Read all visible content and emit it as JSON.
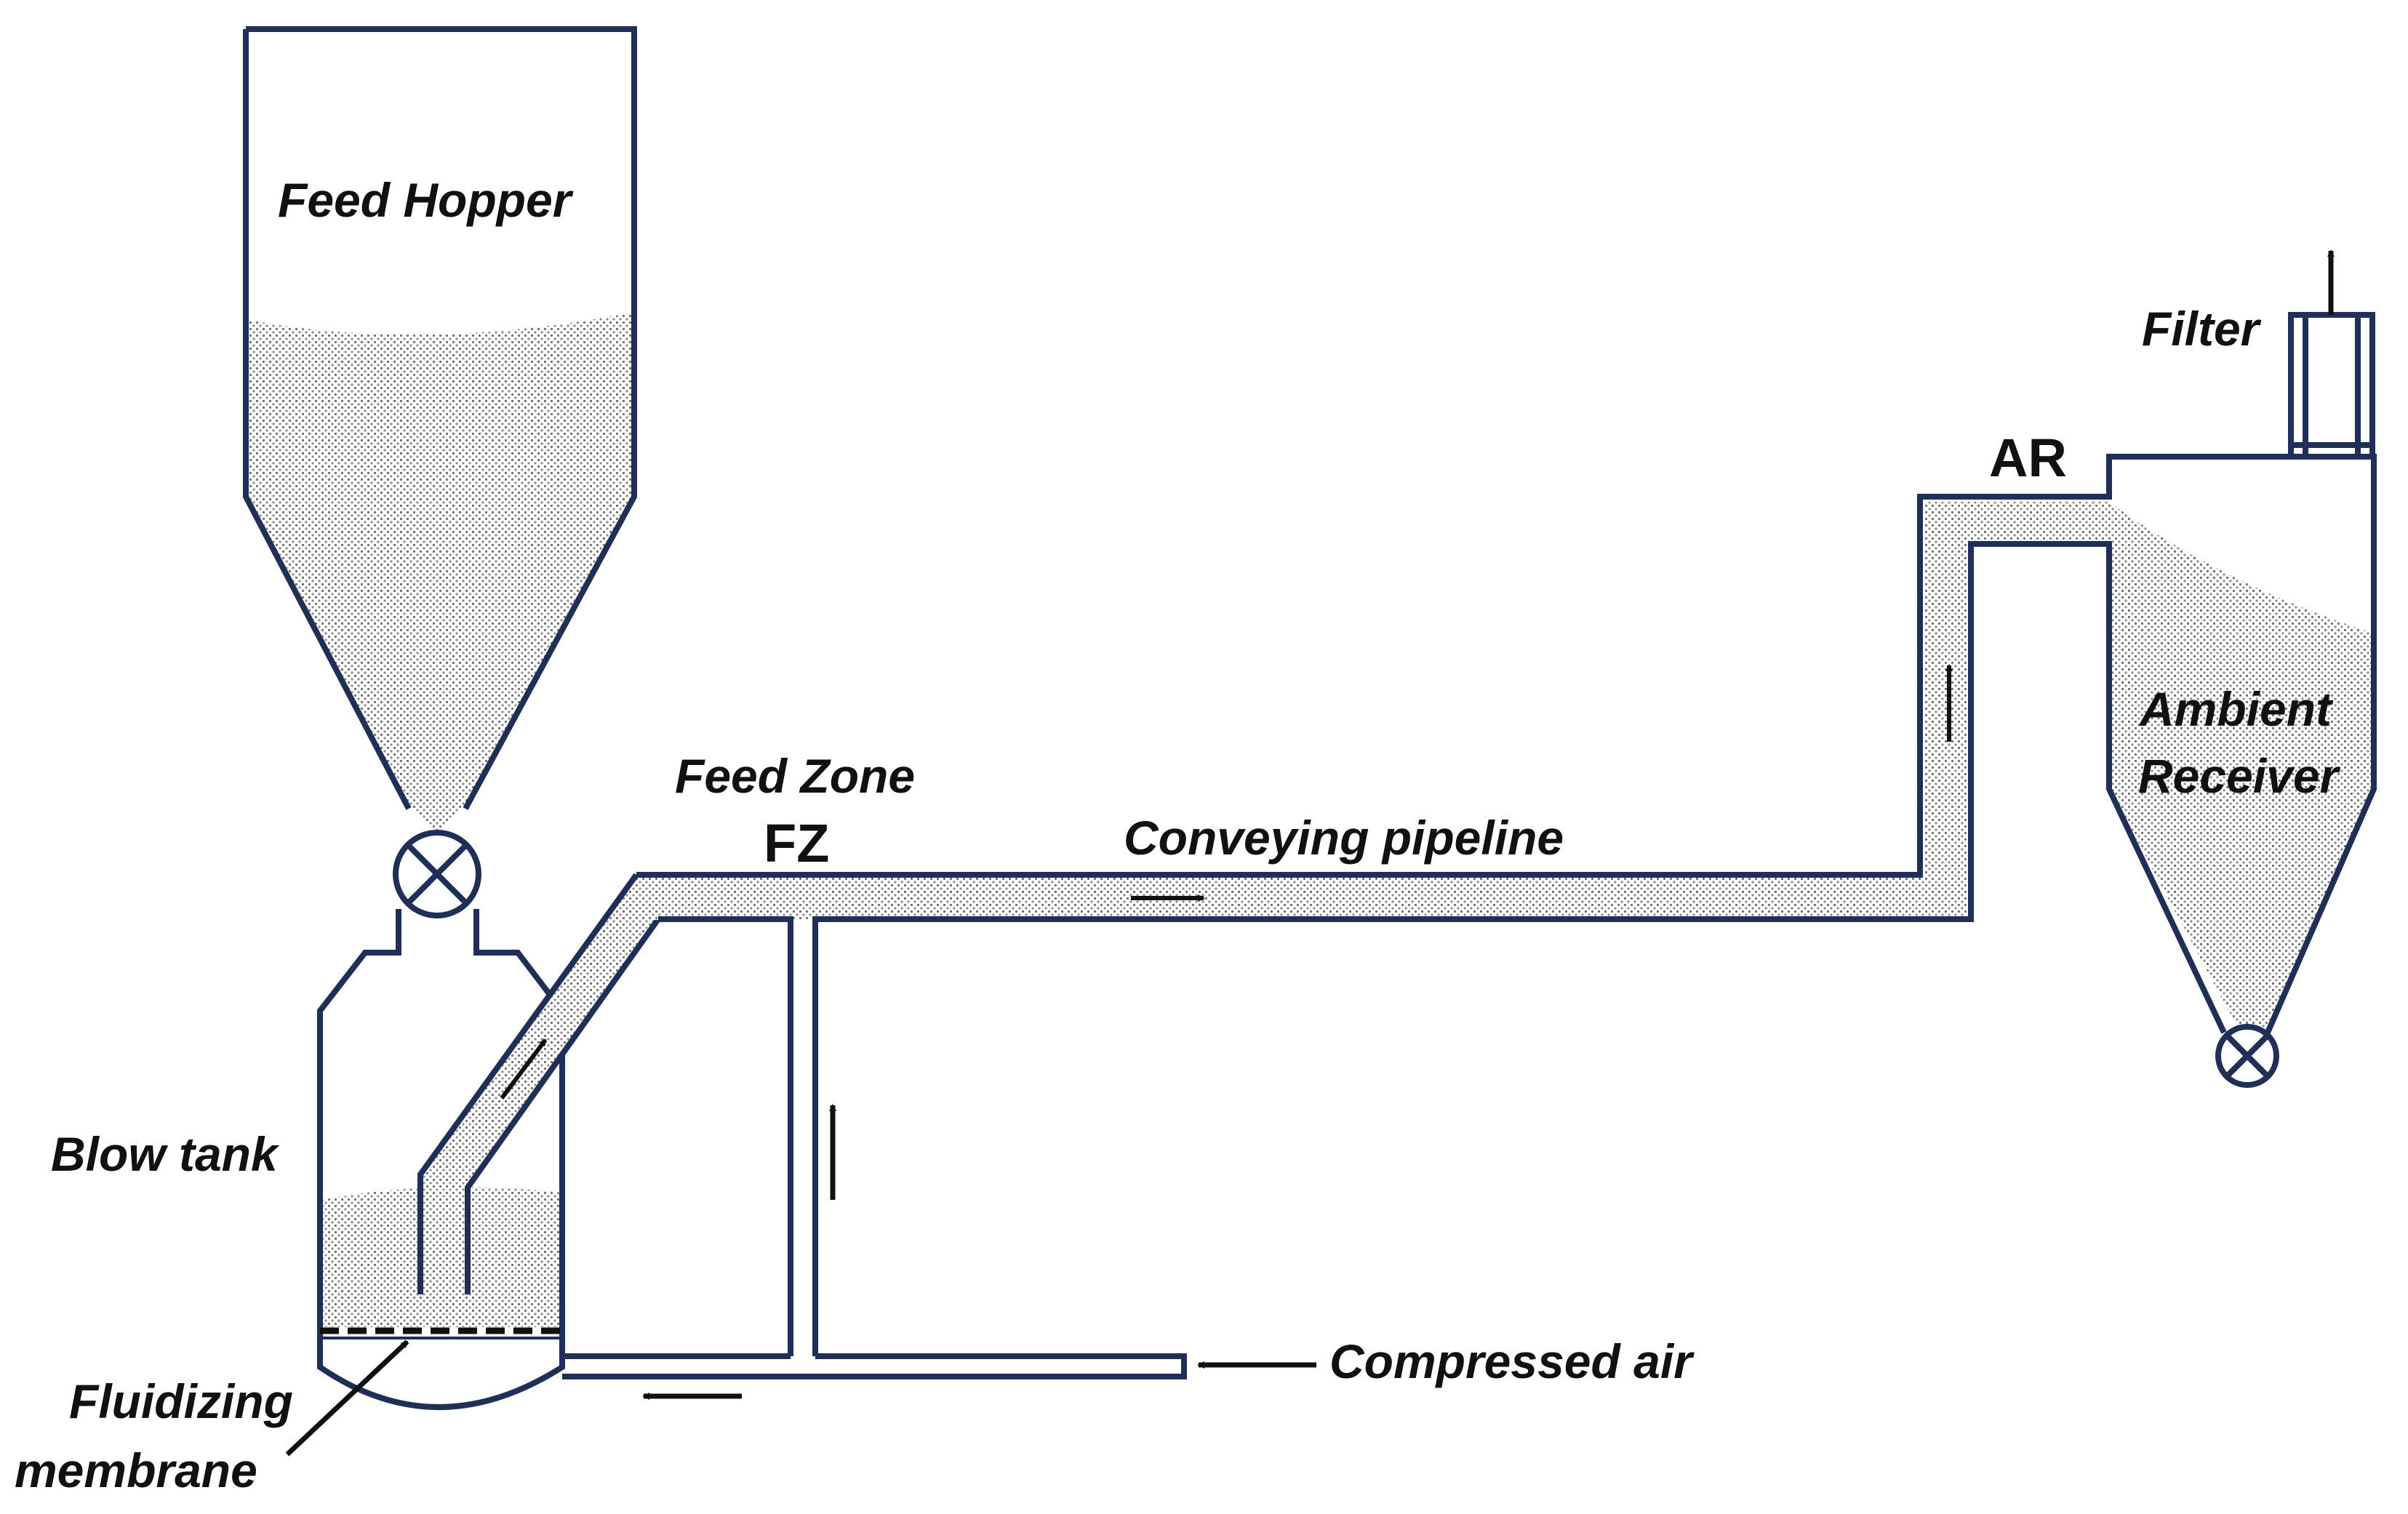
{
  "diagram": {
    "labels": {
      "feed_hopper": "Feed Hopper",
      "feed_zone": "Feed Zone",
      "fz": "FZ",
      "conveying_pipeline": "Conveying pipeline",
      "ar": "AR",
      "filter": "Filter",
      "ambient": "Ambient",
      "receiver": "Receiver",
      "blow_tank": "Blow tank",
      "fluidizing": "Fluidizing",
      "membrane": "membrane",
      "compressed_air": "Compressed air"
    },
    "colors": {
      "outline": "#1f2f57",
      "powder": "#cfcfcf",
      "text": "#111111"
    }
  }
}
